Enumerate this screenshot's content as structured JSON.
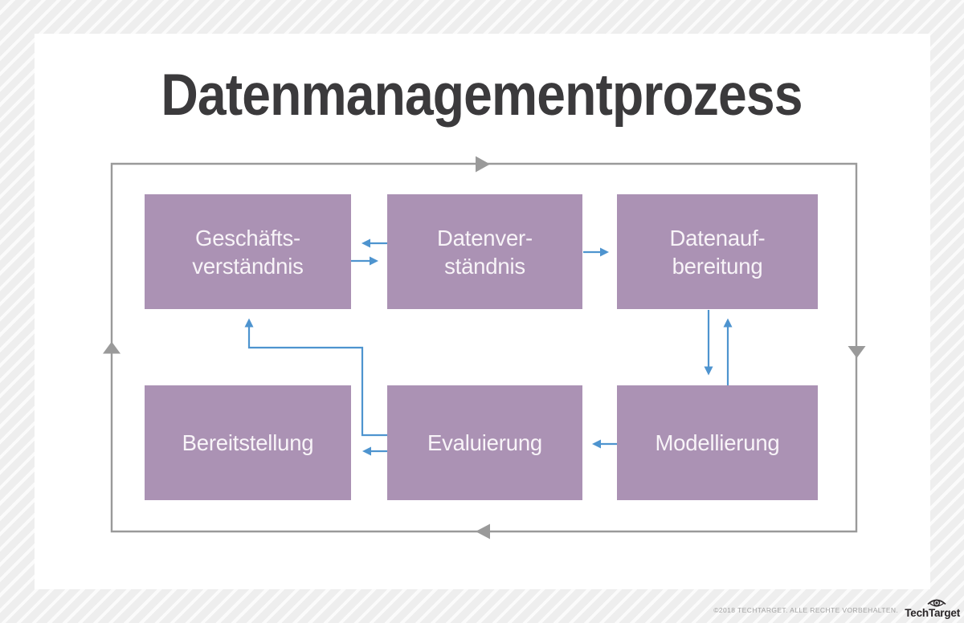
{
  "title": "Datenmanagementprozess",
  "diagram": {
    "boxes": [
      {
        "id": "geschaeftsverstaendnis",
        "lines": [
          "Geschäfts-",
          "verständnis"
        ]
      },
      {
        "id": "datenverstaendnis",
        "lines": [
          "Datenver-",
          "ständnis"
        ]
      },
      {
        "id": "datenaufbereitung",
        "lines": [
          "Datenauf-",
          "bereitung"
        ]
      },
      {
        "id": "bereitstellung",
        "lines": [
          "Bereitstellung"
        ]
      },
      {
        "id": "evaluierung",
        "lines": [
          "Evaluierung"
        ]
      },
      {
        "id": "modellierung",
        "lines": [
          "Modellierung"
        ]
      }
    ],
    "connections": [
      {
        "from": "geschaeftsverstaendnis",
        "to": "datenverstaendnis"
      },
      {
        "from": "datenverstaendnis",
        "to": "geschaeftsverstaendnis"
      },
      {
        "from": "datenverstaendnis",
        "to": "datenaufbereitung"
      },
      {
        "from": "datenaufbereitung",
        "to": "modellierung"
      },
      {
        "from": "modellierung",
        "to": "datenaufbereitung"
      },
      {
        "from": "modellierung",
        "to": "evaluierung"
      },
      {
        "from": "evaluierung",
        "to": "bereitstellung"
      },
      {
        "from": "evaluierung",
        "to": "geschaeftsverstaendnis"
      }
    ],
    "outer_cycle": "clockwise",
    "colors": {
      "box_fill": "#ab92b4",
      "box_text": "#f8f4f8",
      "flow_arrow": "#4e94cf",
      "cycle_loop": "#9a9a9a",
      "title_text": "#3b3a3c",
      "card_background": "#ffffff",
      "page_stripe": "#eeeeee"
    }
  },
  "footer": {
    "copyright": "©2018 TECHTARGET. ALLE RECHTE VORBEHALTEN.",
    "brand": "TechTarget"
  }
}
